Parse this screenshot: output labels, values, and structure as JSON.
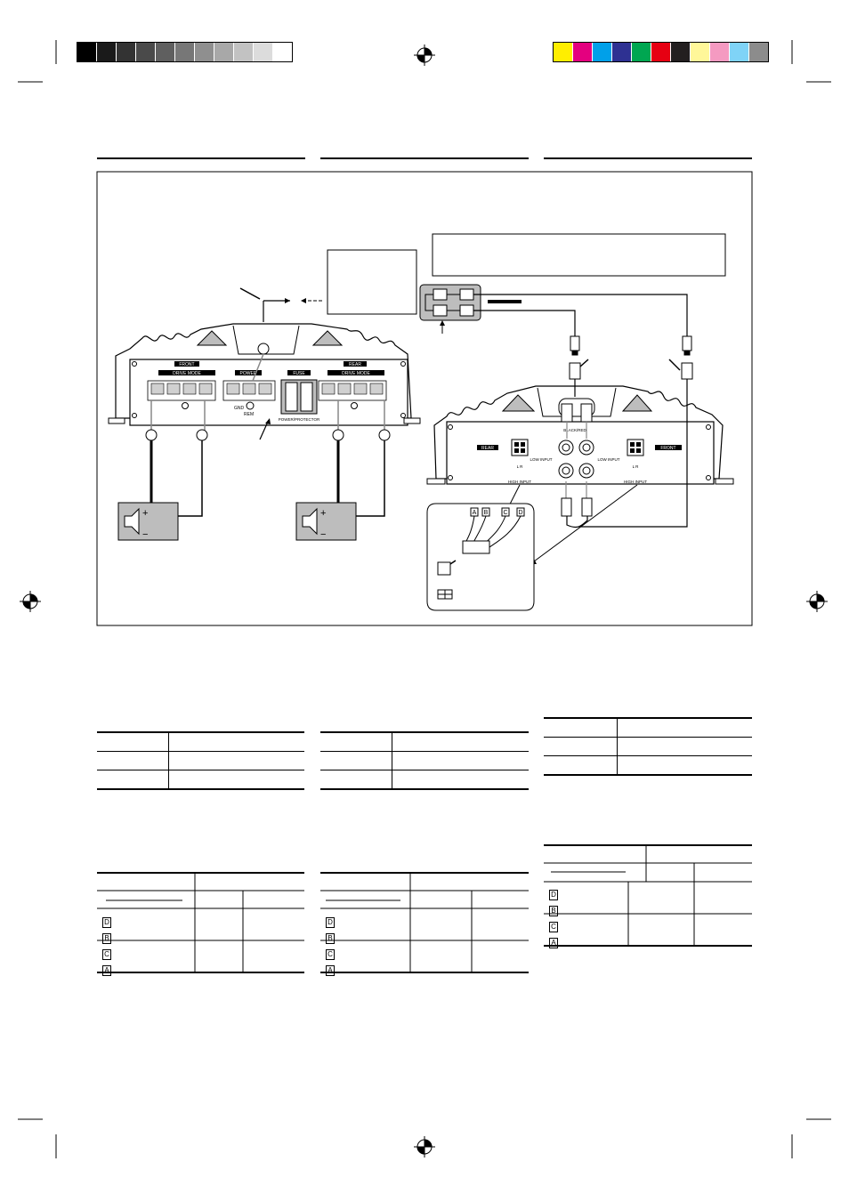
{
  "colors": {
    "grayscale_bar": [
      "#000000",
      "#1a1a1a",
      "#333333",
      "#4a4a4a",
      "#5f5f5f",
      "#777777",
      "#8f8f8f",
      "#a8a8a8",
      "#c2c2c2",
      "#dcdcdc",
      "#ffffff"
    ],
    "color_bar": [
      "#ffee00",
      "#e4007f",
      "#00a0e9",
      "#2e3192",
      "#00a651",
      "#e60012",
      "#231f20",
      "#fff799",
      "#f49ac1",
      "#7fd3f7",
      "#8c8c8c"
    ],
    "gray_fill": "#bdbdbd"
  },
  "diagram": {
    "amp_labels": {
      "front": "FRONT",
      "rear": "REAR",
      "power": "POWER",
      "fuse": "FUSE",
      "drive_mode": "DRIVE MODE",
      "gnd": "GND",
      "rem": "REM",
      "protector": "POWER/PROTECTOR"
    },
    "unit_labels": {
      "rear": "REAR",
      "front": "FRONT",
      "low_input": "LOW INPUT",
      "high_input": "HIGH INPUT",
      "black_red": "BLACK/RED",
      "lr": "L R"
    },
    "connector_tags": [
      "A",
      "B",
      "C",
      "D"
    ],
    "speaker_plus": "+",
    "speaker_minus": "−"
  },
  "tables": {
    "t1_tags": [
      "D",
      "B",
      "C",
      "A"
    ],
    "t2_tags": [
      "D",
      "B",
      "C",
      "A"
    ],
    "t3_tags": [
      "D",
      "B",
      "C",
      "A"
    ]
  }
}
